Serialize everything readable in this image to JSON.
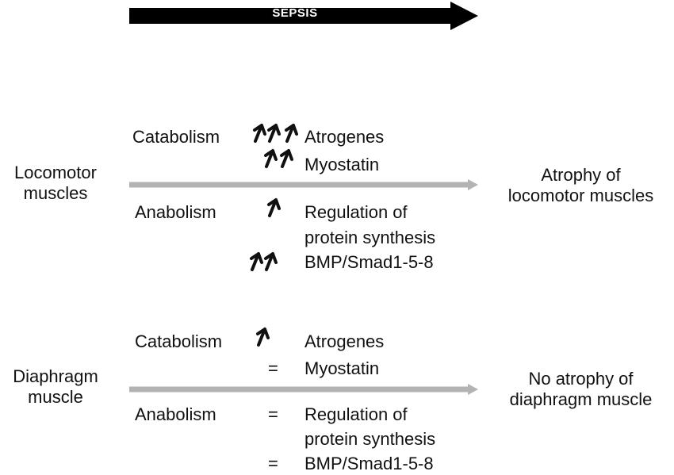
{
  "banner": {
    "label": "SEPSIS"
  },
  "locomotor": {
    "group": [
      "Locomotor",
      "muscles"
    ],
    "catabolism": "Catabolism",
    "anabolism": "Anabolism",
    "cat_items": [
      "Atrogenes",
      "Myostatin"
    ],
    "ana_items": [
      "Regulation of",
      "protein synthesis",
      "BMP/Smad1-5-8"
    ],
    "outcome": [
      "Atrophy of",
      "locomotor muscles"
    ]
  },
  "diaphragm": {
    "group": [
      "Diaphragm",
      "muscle"
    ],
    "catabolism": "Catabolism",
    "anabolism": "Anabolism",
    "cat_items": [
      "Atrogenes",
      "Myostatin"
    ],
    "ana_items": [
      "Regulation of",
      "protein synthesis",
      "BMP/Smad1-5-8"
    ],
    "equals": [
      "=",
      "=",
      "="
    ],
    "outcome": [
      "No atrophy of",
      "diaphragm muscle"
    ]
  },
  "colors": {
    "banner": "#000000",
    "timeline": "#b3b3b3",
    "text": "#111111",
    "arrow": "#111111"
  },
  "icons": {
    "increase": "up-arrow-icon"
  }
}
